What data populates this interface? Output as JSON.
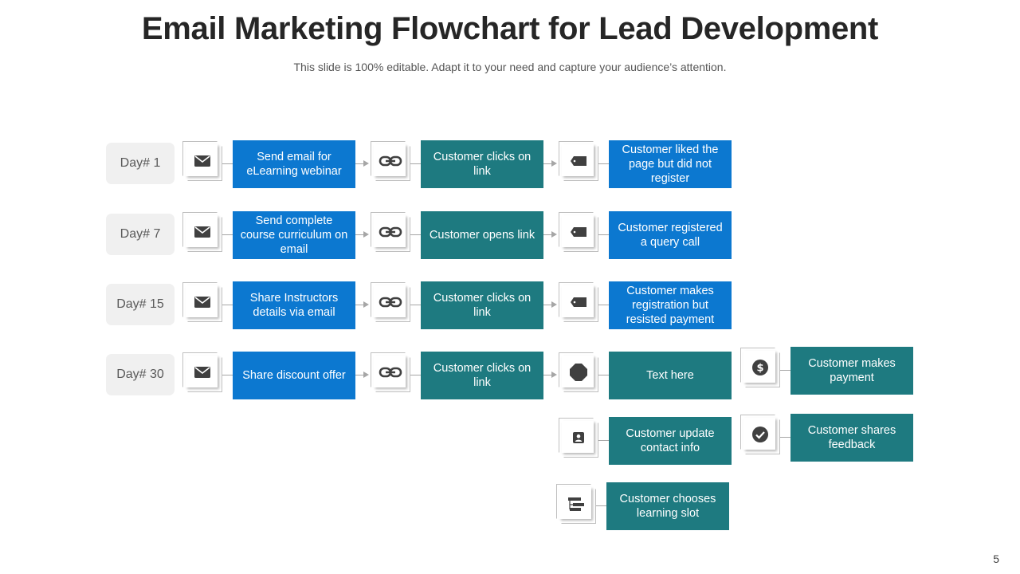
{
  "header": {
    "title": "Email Marketing Flowchart for Lead Development",
    "subtitle": "This slide is 100% editable. Adapt it to your need and capture your audience’s attention."
  },
  "page_number": "5",
  "colors": {
    "blue": "#0c78d0",
    "teal": "#1e7a80",
    "day_bg": "#f0f0f0"
  },
  "rows": [
    {
      "day": "Day# 1",
      "send": "Send email for eLearning webinar",
      "action": "Customer clicks on link",
      "result": "Customer liked the page but did not register"
    },
    {
      "day": "Day# 7",
      "send": "Send complete course curriculum on email",
      "action": "Customer opens link",
      "result": "Customer registered a query call"
    },
    {
      "day": "Day# 15",
      "send": "Share Instructors details via email",
      "action": "Customer clicks on link",
      "result": "Customer makes registration but resisted payment"
    },
    {
      "day": "Day# 30",
      "send": "Share discount offer",
      "action": "Customer clicks on link",
      "result": "Text here"
    }
  ],
  "branches": {
    "payment": "Customer makes payment",
    "feedback": "Customer shares feedback",
    "update": "Customer update contact info",
    "slot": "Customer chooses learning slot"
  },
  "icons": {
    "send": "envelope-icon",
    "action": "link-icon",
    "result": "tag-icon",
    "stop": "stop-octagon-icon",
    "payment": "dollar-coin-icon",
    "feedback": "check-circle-icon",
    "update": "contact-card-icon",
    "slot": "hierarchy-icon"
  }
}
